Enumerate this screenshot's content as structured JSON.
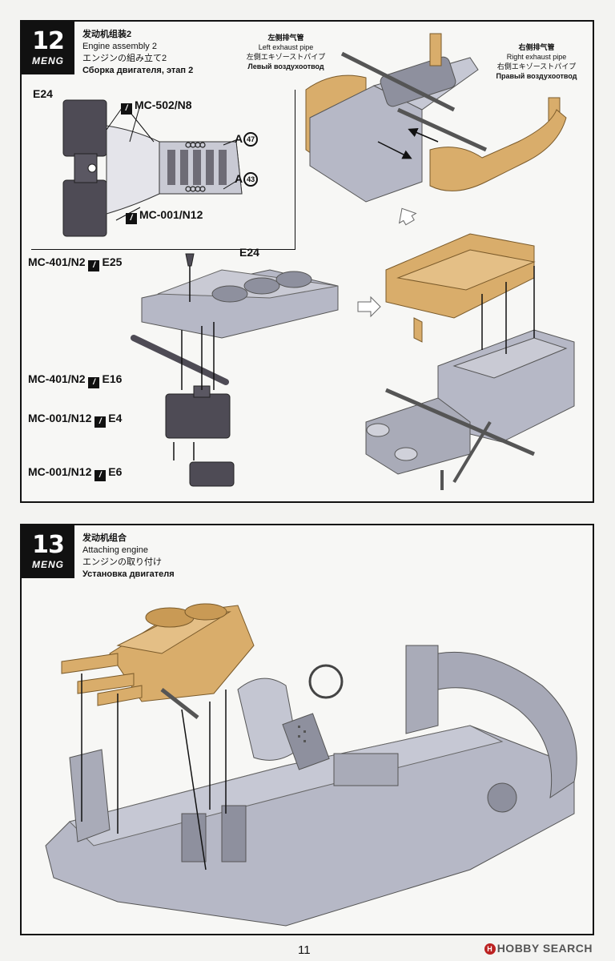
{
  "step12": {
    "number": "12",
    "brand": "MENG",
    "title_cn": "发动机组装2",
    "title_en": "Engine assembly 2",
    "title_jp": "エンジンの組み立て2",
    "title_ru": "Сборка двигателя, этап 2",
    "inset_part": "E24",
    "inset_paint_top": "MC-502/N8",
    "inset_paint_bottom": "MC-001/N12",
    "inset_a": "A",
    "decal_47": "47",
    "decal_43": "43",
    "left_pipe_cn": "左侧排气管",
    "left_pipe_en": "Left exhaust pipe",
    "left_pipe_jp": "左側エキゾーストパイプ",
    "left_pipe_ru": "Левый воздухоотвод",
    "right_pipe_cn": "右侧排气管",
    "right_pipe_en": "Right exhaust pipe",
    "right_pipe_jp": "右側エキゾーストパイプ",
    "right_pipe_ru": "Правый воздухоотвод",
    "label_e25_paint": "MC-401/N2",
    "label_e25": "E25",
    "label_e24": "E24",
    "label_e16_paint": "MC-401/N2",
    "label_e16": "E16",
    "label_e4_paint": "MC-001/N12",
    "label_e4": "E4",
    "label_e6_paint": "MC-001/N12",
    "label_e6": "E6"
  },
  "step13": {
    "number": "13",
    "brand": "MENG",
    "title_cn": "发动机组合",
    "title_en": "Attaching engine",
    "title_jp": "エンジンの取り付け",
    "title_ru": "Установка двигателя"
  },
  "footer": {
    "page_number": "11",
    "watermark": "HOBBY SEARCH",
    "watermark_logo": "H"
  },
  "colors": {
    "gold": "#d9ad6b",
    "grey": "#b6b8c6",
    "dark": "#4e4b55"
  }
}
